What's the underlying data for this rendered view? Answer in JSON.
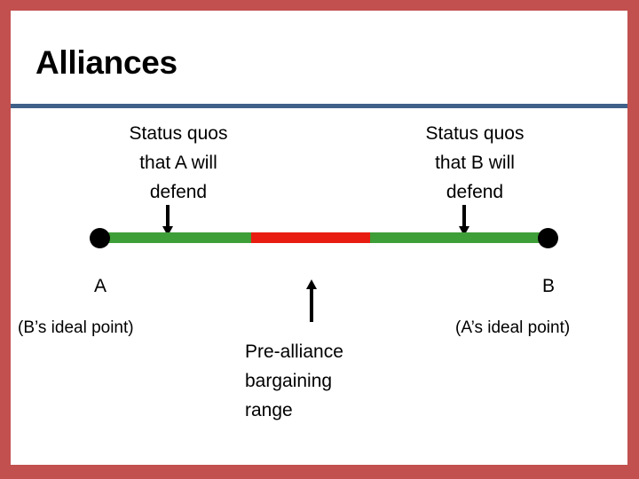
{
  "slide": {
    "title": "Alliances",
    "frame_color": "#c2504e",
    "rule_color": "#3f6189",
    "background": "#ffffff"
  },
  "diagram": {
    "line": {
      "acceptable_color": "#3e9e38",
      "contested_color": "#e81c10",
      "endpoint_color": "#000000"
    },
    "top_captions": [
      {
        "id": "a",
        "line1": "Status quos",
        "line2": "that A will",
        "line3": "defend"
      },
      {
        "id": "b",
        "line1": "Status quos",
        "line2": "that B will",
        "line3": "defend"
      }
    ],
    "endpoints": [
      {
        "id": "a",
        "actor": "A",
        "ideal": "(B’s ideal point)"
      },
      {
        "id": "b",
        "actor": "B",
        "ideal": "(A’s ideal point)"
      }
    ],
    "range_caption": {
      "line1": "Pre-alliance",
      "line2": "bargaining",
      "line3": "range"
    },
    "icons": {
      "arrow_down_a": "arrow-down-icon",
      "arrow_down_b": "arrow-down-icon",
      "arrow_up_range": "arrow-up-icon"
    }
  }
}
